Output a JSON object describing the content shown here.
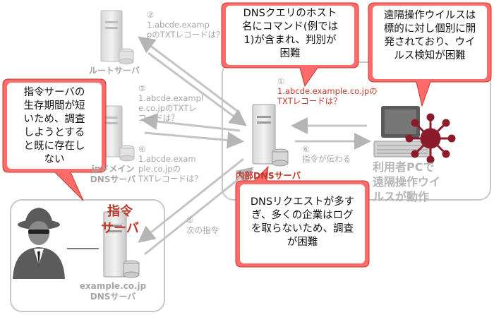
{
  "servers": {
    "root": {
      "label": "ルートサーバ"
    },
    "jp": {
      "label_line1": "jpドメイン",
      "label_line2": "DNSサーバ"
    },
    "internal": {
      "label": "内部DNSサーバ"
    },
    "command": {
      "label_line1": "指令",
      "label_line2": "サーバ",
      "dns_line1": "example.co.jp",
      "dns_line2": "DNSサーバ"
    }
  },
  "pc": {
    "label_line1": "利用者PCで",
    "label_line2": "遠隔操作ウイ",
    "label_line3": "ルスが動作"
  },
  "steps": {
    "s1": {
      "num": "①",
      "line1": "1.abcde.example.co.jpの",
      "line2": "TXTレコードは？"
    },
    "s2": {
      "num": "②",
      "line1": "1.abcde.examp",
      "line2": "pのTXTレコードは？"
    },
    "s3": {
      "num": "③",
      "line1": "1.abcde.exampl",
      "line2": "e.co.jpのTXTレ",
      "line3": "コードは？"
    },
    "s4": {
      "num": "④",
      "line1": "1.abcde.exam",
      "line2": "ple.co.jpの",
      "line3": "TXTレコードは？"
    },
    "s5": {
      "num": "⑤",
      "line1": "次の指令"
    },
    "s6": {
      "num": "⑥",
      "line1": "指令が伝わる"
    }
  },
  "callouts": {
    "dns_query": {
      "lines": [
        "DNSクエリのホスト",
        "名にコマンド(例では",
        "1)が含まれ、判別が",
        "困難"
      ]
    },
    "custom_virus": {
      "lines": [
        "遠隔操作ウイルスは",
        "標的に対し個別に開",
        "発されており、ウイ",
        "ルス検知が困難"
      ]
    },
    "short_lived": {
      "lines": [
        "指令サーバの",
        "生存期間が短",
        "いため、調査",
        "しようとする",
        "と既に存在し",
        "ない"
      ]
    },
    "no_logs": {
      "lines": [
        "DNSリクエストが多す",
        "ぎ、多くの企業はログ",
        "を取らないため、調査",
        "が困難"
      ]
    }
  },
  "colors": {
    "accent_red": "#c0392b",
    "callout_fill": "#ff6b6b",
    "callout_inner": "#ffffff",
    "gray": "#a6a6a6"
  }
}
